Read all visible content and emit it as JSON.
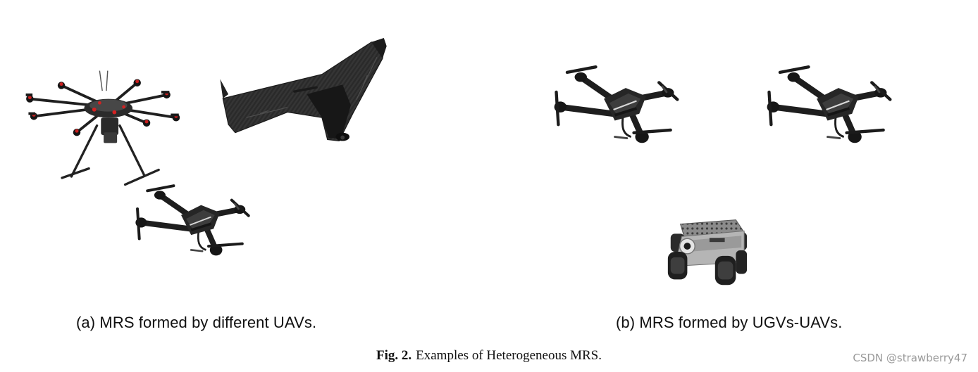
{
  "figure": {
    "label": "Fig. 2.",
    "caption": "Examples of Heterogeneous MRS."
  },
  "subfigures": [
    {
      "caption": "(a) MRS formed by different UAVs.",
      "vehicles": [
        "octocopter",
        "flying-wing",
        "foldable-quadcopter"
      ]
    },
    {
      "caption": "(b) MRS formed by UGVs-UAVs.",
      "vehicles": [
        "foldable-quadcopter",
        "foldable-quadcopter",
        "wheeled-ground-robot"
      ]
    }
  ],
  "watermark": "CSDN @strawberry47"
}
